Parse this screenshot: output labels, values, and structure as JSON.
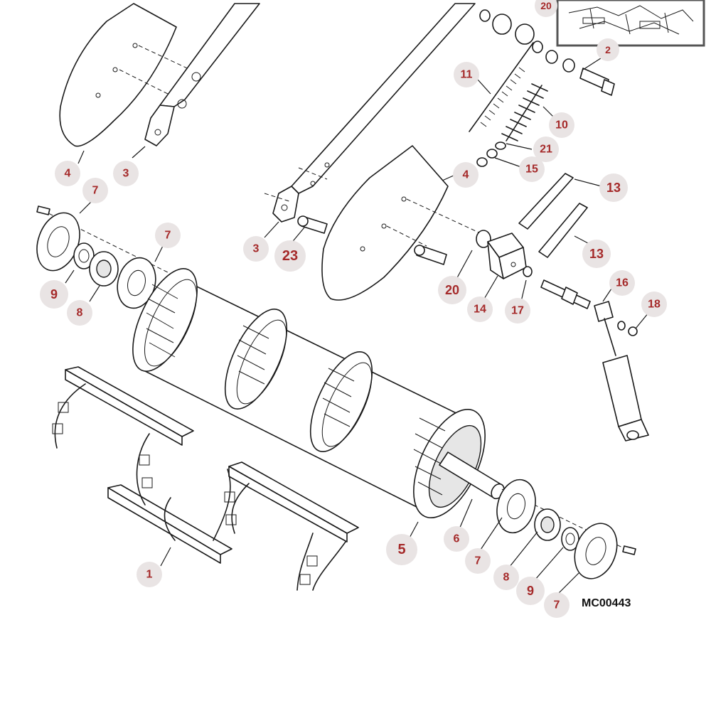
{
  "figure": {
    "code": "MC00443",
    "callouts": [
      {
        "label": "1"
      },
      {
        "label": "2"
      },
      {
        "label": "3"
      },
      {
        "label": "3"
      },
      {
        "label": "4"
      },
      {
        "label": "4"
      },
      {
        "label": "5"
      },
      {
        "label": "6"
      },
      {
        "label": "7"
      },
      {
        "label": "7"
      },
      {
        "label": "7"
      },
      {
        "label": "7"
      },
      {
        "label": "8"
      },
      {
        "label": "8"
      },
      {
        "label": "9"
      },
      {
        "label": "9"
      },
      {
        "label": "10"
      },
      {
        "label": "11"
      },
      {
        "label": "13"
      },
      {
        "label": "13"
      },
      {
        "label": "14"
      },
      {
        "label": "15"
      },
      {
        "label": "16"
      },
      {
        "label": "17"
      },
      {
        "label": "18"
      },
      {
        "label": "20"
      },
      {
        "label": "20"
      },
      {
        "label": "21"
      },
      {
        "label": "23"
      }
    ]
  },
  "colors": {
    "callout_text": "#a52a2a",
    "callout_bg": "#e9e4e4",
    "line": "#1a1a1a"
  }
}
